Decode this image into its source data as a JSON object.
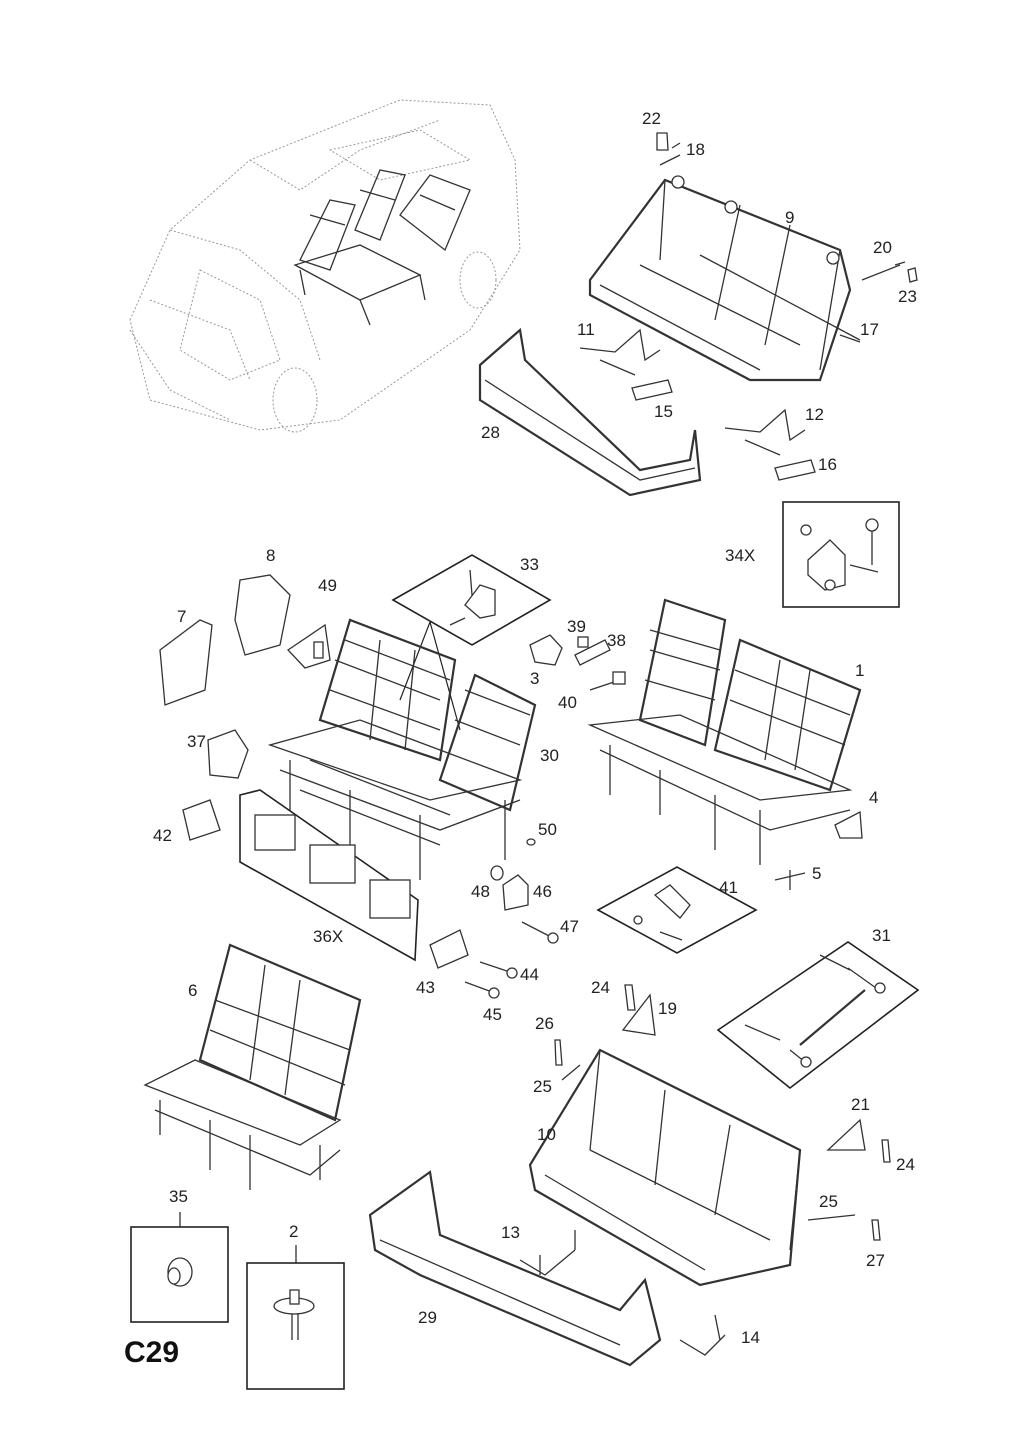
{
  "diagram": {
    "page_code": "C29",
    "part_labels": [
      "1",
      "2",
      "3",
      "4",
      "5",
      "6",
      "7",
      "8",
      "9",
      "10",
      "11",
      "12",
      "13",
      "14",
      "15",
      "16",
      "17",
      "18",
      "19",
      "20",
      "21",
      "22",
      "23",
      "24",
      "24",
      "25",
      "25",
      "26",
      "27",
      "28",
      "29",
      "30",
      "31",
      "33",
      "34X",
      "35",
      "36X",
      "37",
      "38",
      "39",
      "40",
      "41",
      "42",
      "43",
      "44",
      "45",
      "46",
      "47",
      "48",
      "49",
      "50"
    ]
  }
}
